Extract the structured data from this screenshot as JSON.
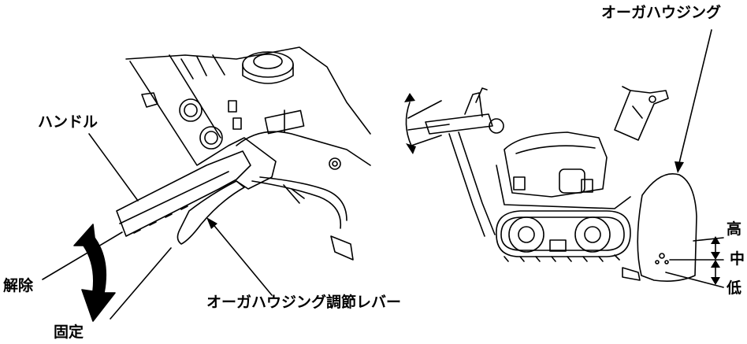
{
  "labels": {
    "handle": "ハンドル",
    "release": "解除",
    "fix": "固定",
    "auger_lever": "オーガハウジング調節レバー",
    "auger_housing": "オーガハウジング",
    "high": "高",
    "mid": "中",
    "low": "低"
  },
  "colors": {
    "ink": "#000000",
    "paper": "#ffffff"
  }
}
